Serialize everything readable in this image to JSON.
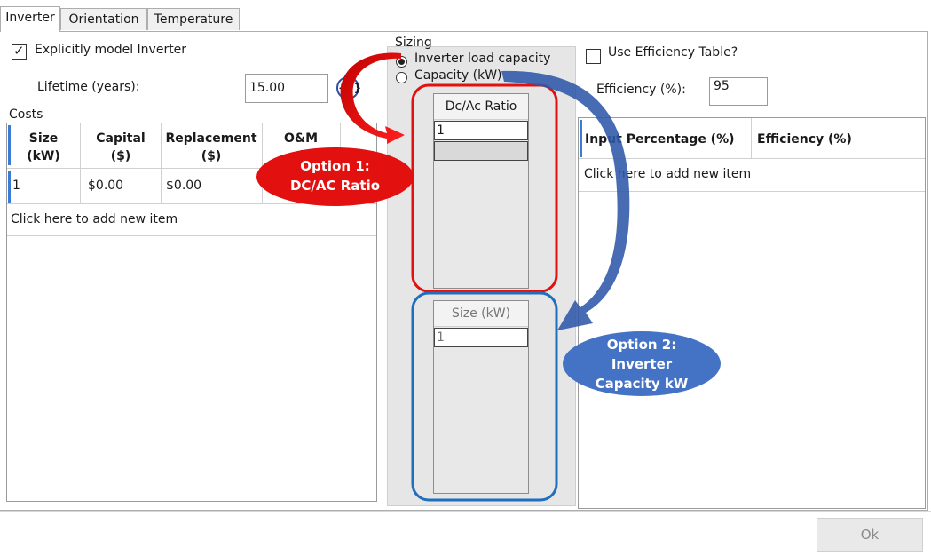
{
  "tabs": [
    "Inverter",
    "Orientation",
    "Temperature"
  ],
  "inverter": {
    "explicit_label": "Explicitly model Inverter",
    "explicit_checked": true,
    "lifetime_label": "Lifetime (years):",
    "lifetime_value": "15.00",
    "lifetime_button": "{..}"
  },
  "costs": {
    "label": "Costs",
    "headers": [
      [
        "Size",
        "(kW)"
      ],
      [
        "Capital",
        "($)"
      ],
      [
        "Replacement",
        "($)"
      ],
      [
        "O&M",
        "("
      ]
    ],
    "rows": [
      [
        "1",
        "$0.00",
        "$0.00",
        ""
      ]
    ],
    "add_item": "Click here to add new item"
  },
  "sizing": {
    "label": "Sizing",
    "options": [
      "Inverter load capacity",
      "Capacity (kW)"
    ],
    "selected": 0,
    "dcac_header": "Dc/Ac Ratio",
    "dcac_value": "1",
    "size_header": "Size (kW)",
    "size_value": "1"
  },
  "efficiency": {
    "use_table_label": "Use Efficiency Table?",
    "use_table_checked": false,
    "efficiency_label": "Efficiency (%):",
    "efficiency_value": "95",
    "headers": [
      "Input Percentage (%)",
      "Efficiency (%)"
    ],
    "add_item": "Click here to add new item"
  },
  "annotations": {
    "option1": [
      "Option 1:",
      "DC/AC Ratio"
    ],
    "option2": [
      "Option 2:",
      "Inverter",
      "Capacity kW"
    ],
    "red_color": "#e31010",
    "blue_color": "#1f6fbf",
    "callout2_color": "#4472c4",
    "arrow_blue_color": "#2f58a8"
  },
  "footer": {
    "ok_label": "Ok"
  }
}
